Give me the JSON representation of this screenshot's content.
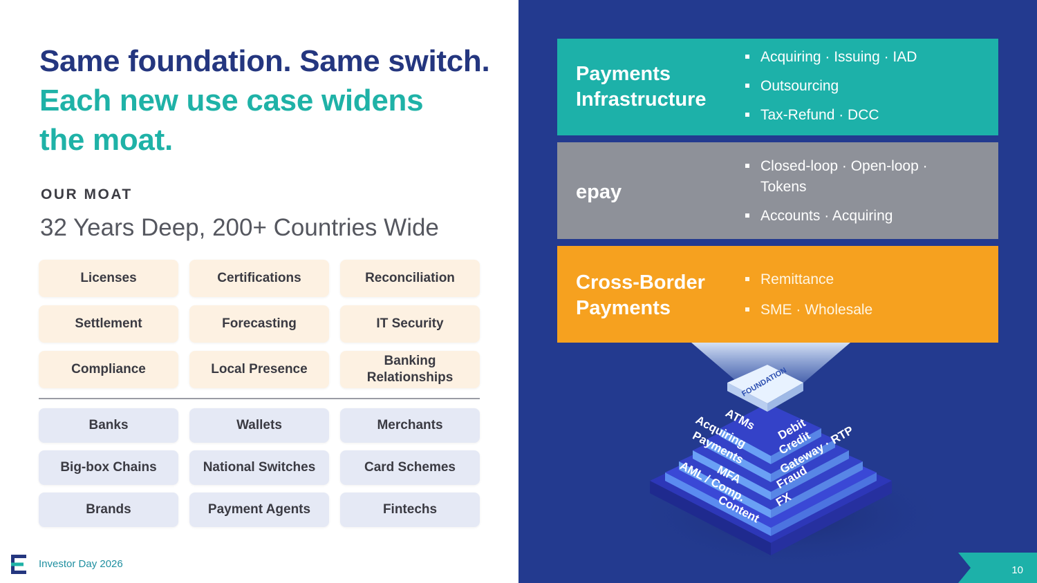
{
  "headline": {
    "line1": "Same foundation. Same switch.",
    "line2": "Each new use case widens",
    "line3": "the moat."
  },
  "moat": {
    "label": "OUR MOAT",
    "subtitle": "32 Years Deep, 200+ Countries Wide"
  },
  "capabilities": [
    "Licenses",
    "Certifications",
    "Reconciliation",
    "Settlement",
    "Forecasting",
    "IT Security",
    "Compliance",
    "Local Presence",
    "Banking Relationships"
  ],
  "partners": [
    "Banks",
    "Wallets",
    "Merchants",
    "Big-box Chains",
    "National Switches",
    "Card Schemes",
    "Brands",
    "Payment Agents",
    "Fintechs"
  ],
  "layers": {
    "infrastructure": {
      "title": "Payments Infrastructure",
      "bullets": [
        "Acquiring · Issuing · IAD",
        "Outsourcing",
        "Tax-Refund · DCC"
      ]
    },
    "epay": {
      "title": "epay",
      "bullets": [
        "Closed-loop · Open-loop · Tokens",
        "Accounts · Acquiring"
      ]
    },
    "cross_border": {
      "title": "Cross-Border Payments",
      "bullets": [
        "Remittance",
        "SME · Wholesale"
      ]
    }
  },
  "foundation": {
    "top_label": "FOUNDATION",
    "left_labels": [
      "ATMs",
      "Acquiring",
      "Payments",
      "MFA",
      "AML / Comp.",
      "Content"
    ],
    "right_labels": [
      "Debit",
      "Credit",
      "Gateway · RTP",
      "Fraud",
      "FX"
    ]
  },
  "footer": {
    "text": "Investor Day 2026",
    "page_number": "10"
  },
  "colors": {
    "navy": "#24367f",
    "teal": "#1fb2a7",
    "right_bg": "#233a8f",
    "gray_layer": "#8e9199",
    "orange_layer": "#f6a11f",
    "capability_tile": "#fdf1e2",
    "partner_tile": "#e5e9f5"
  }
}
